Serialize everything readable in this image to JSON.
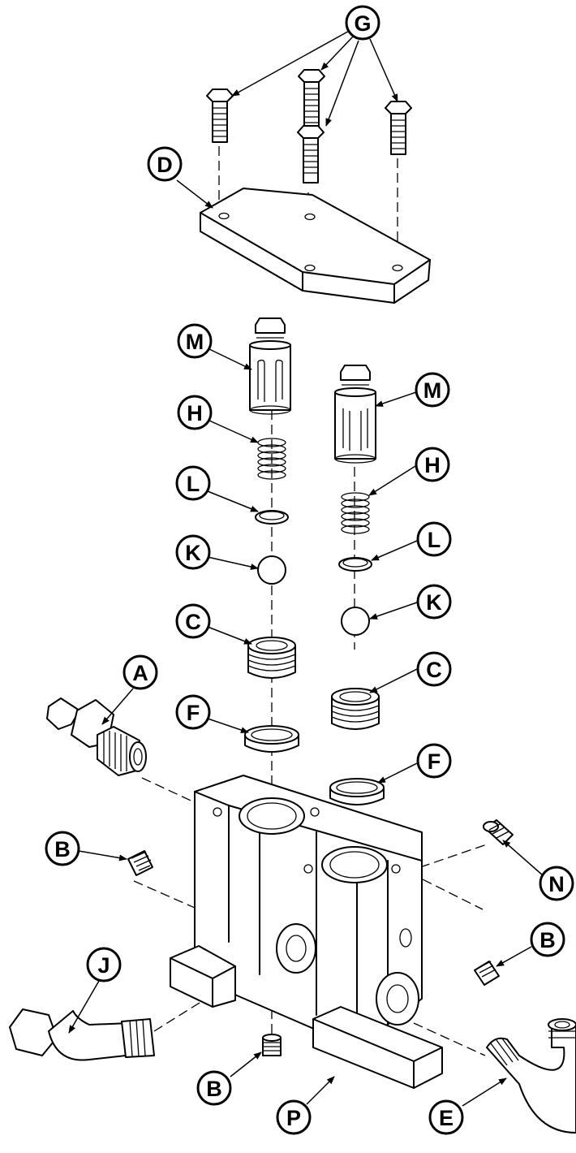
{
  "callouts": {
    "G": "G",
    "D": "D",
    "M1": "M",
    "M2": "M",
    "H1": "H",
    "H2": "H",
    "L1": "L",
    "L2": "L",
    "K1": "K",
    "K2": "K",
    "C1": "C",
    "C2": "C",
    "A": "A",
    "F1": "F",
    "F2": "F",
    "B1": "B",
    "B2": "B",
    "B3": "B",
    "N": "N",
    "J": "J",
    "P": "P",
    "E": "E"
  }
}
